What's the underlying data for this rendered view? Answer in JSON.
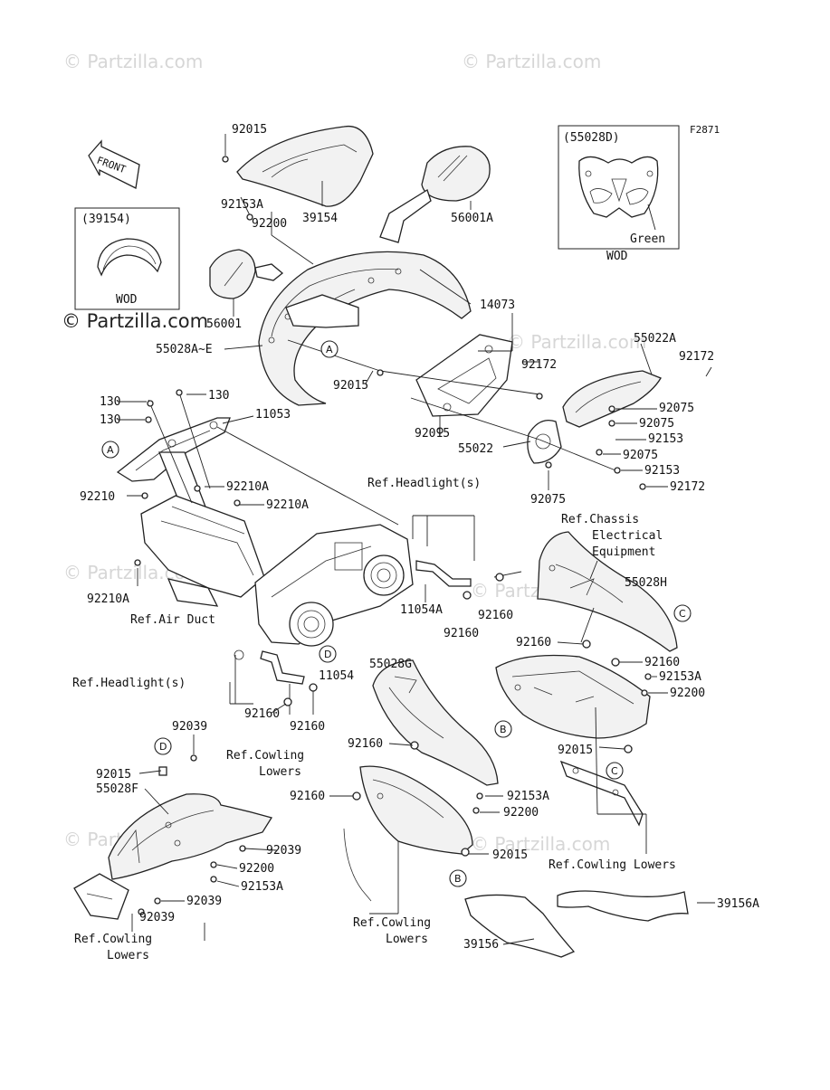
{
  "diagram": {
    "code": "F2871",
    "front_label": "FRONT",
    "watermark": "© Partzilla.com",
    "watermark_main": "© Partzilla.com",
    "inset_left": {
      "title": "(39154)",
      "note": "WOD"
    },
    "inset_right": {
      "title": "(55028D)",
      "color": "Green",
      "note": "WOD"
    },
    "labels": {
      "l92015a": "92015",
      "l92153A_top": "92153A",
      "l92200_top": "92200",
      "l39154": "39154",
      "l56001A": "56001A",
      "l56001": "56001",
      "l55028AE": "55028A~E",
      "l14073": "14073",
      "l55022A": "55022A",
      "l92172a": "92172",
      "l92172b": "92172",
      "l92015b": "92015",
      "l92015c": "92015",
      "l130a": "130",
      "l130b": "130",
      "l130c": "130",
      "l11053": "11053",
      "l92075a": "92075",
      "l92075b": "92075",
      "l92153a": "92153",
      "l92075c": "92075",
      "l55022": "55022",
      "l92153b": "92153",
      "l92172c": "92172",
      "l92075d": "92075",
      "l92210": "92210",
      "l92210Aa": "92210A",
      "l92210Ab": "92210A",
      "l92210Ac": "92210A",
      "refHeadlight1": "Ref.Headlight(s)",
      "refChassis1": "Ref.Chassis",
      "refChassis2": "Electrical",
      "refChassis3": "Equipment",
      "refAirDuct": "Ref.Air Duct",
      "l11054A": "11054A",
      "l92160a": "92160",
      "l92160b": "92160",
      "l55028H": "55028H",
      "l92160c": "92160",
      "l92160d": "92160",
      "l92153Ab": "92153A",
      "l92200b": "92200",
      "refHeadlight2": "Ref.Headlight(s)",
      "l11054": "11054",
      "l92160e": "92160",
      "l92160f": "92160",
      "l55028G": "55028G",
      "l92039a": "92039",
      "refCowl1a": "Ref.Cowling",
      "refCowl1b": "Lowers",
      "l92015d": "92015",
      "l55028F": "55028F",
      "l92160g": "92160",
      "l92160h": "92160",
      "l92153Ac": "92153A",
      "l92200c": "92200",
      "l92015e": "92015",
      "l92015f": "92015",
      "l92039b": "92039",
      "l92200d": "92200",
      "l92153Ad": "92153A",
      "l92039c": "92039",
      "l92039d": "92039",
      "refCowl2a": "Ref.Cowling",
      "refCowl2b": "Lowers",
      "refCowl3a": "Ref.Cowling",
      "refCowl3b": "Lowers",
      "refCowl4": "Ref.Cowling Lowers",
      "l39156A": "39156A",
      "l39156": "39156"
    },
    "refs": {
      "A": "A",
      "B": "B",
      "C": "C",
      "D": "D"
    }
  }
}
